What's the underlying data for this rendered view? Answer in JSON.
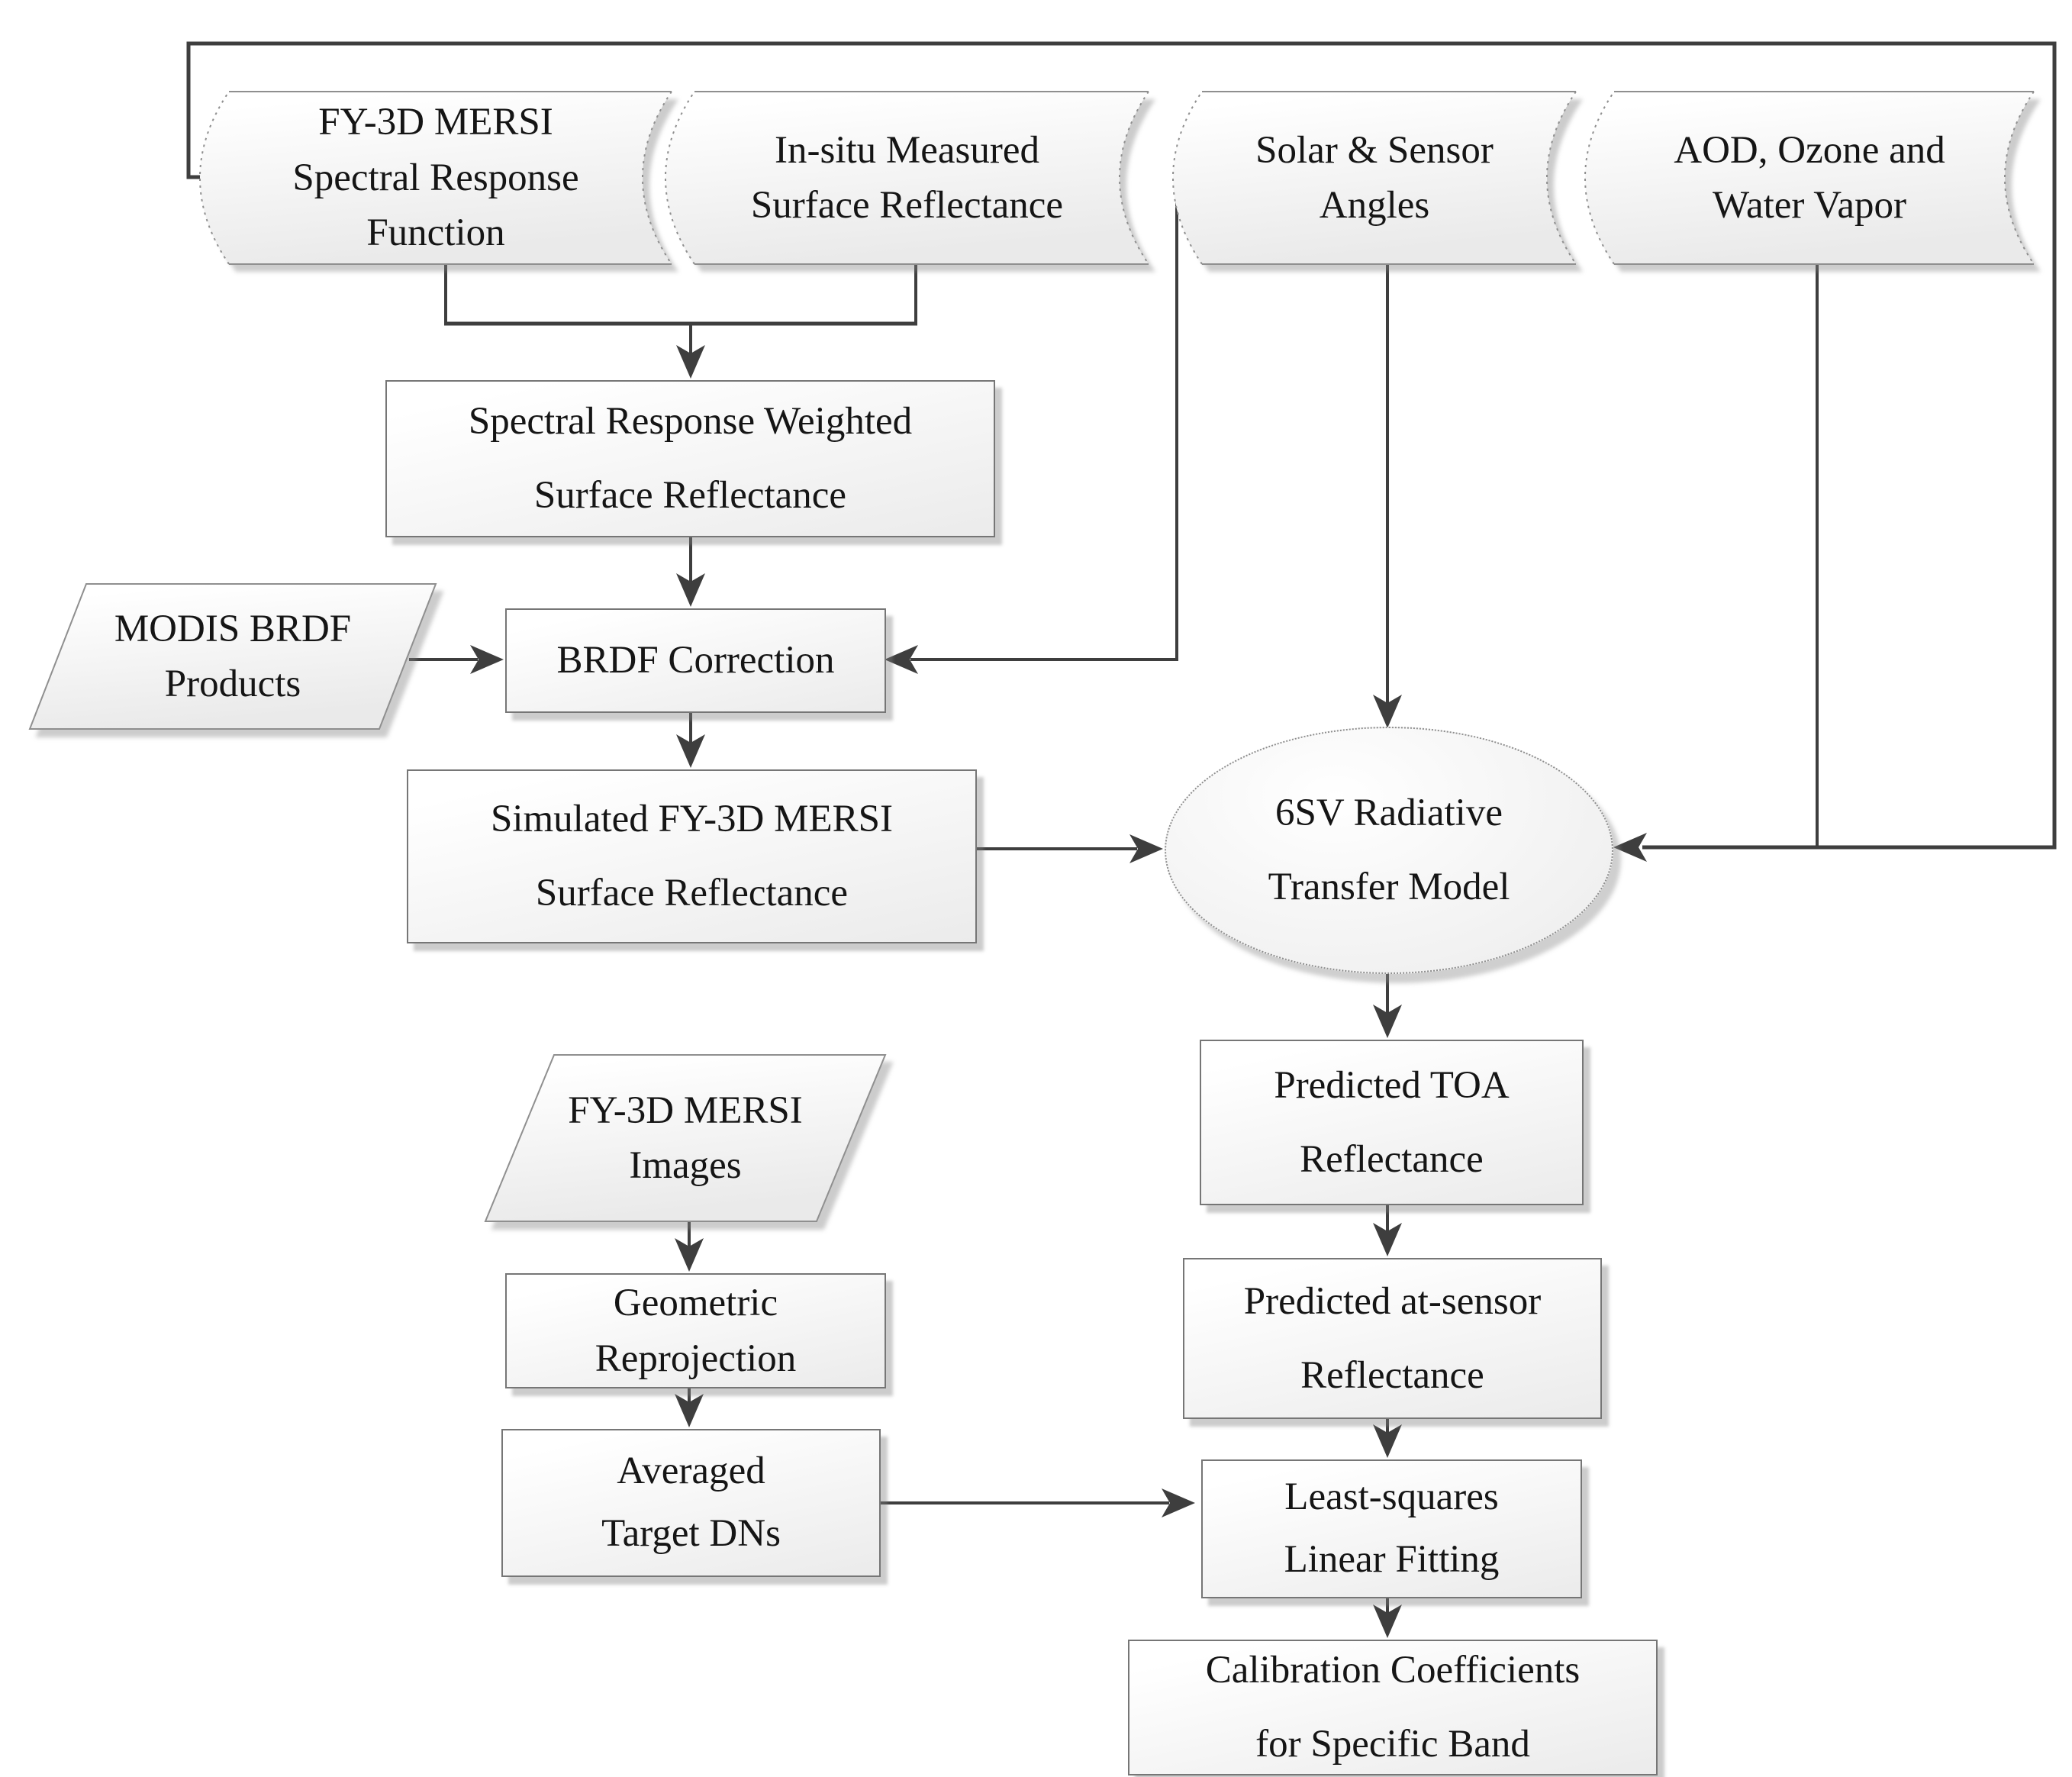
{
  "diagram": {
    "colors": {
      "line": "#3e3e3e",
      "arrowhead": "#3e3e3e",
      "shape_border": "#767676",
      "shape_fill_light": "#ffffff",
      "shape_fill_dark": "#ebebeb",
      "text": "#151515",
      "background": "#ffffff"
    },
    "nodes": {
      "srf": {
        "label": "FY-3D MERSI\nSpectral Response\nFunction"
      },
      "insitu": {
        "label": "In-situ Measured\nSurface Reflectance"
      },
      "solar": {
        "label": "Solar & Sensor\nAngles"
      },
      "aod": {
        "label": "AOD, Ozone and\nWater Vapor"
      },
      "srwsr": {
        "label": "Spectral Response Weighted\nSurface Reflectance"
      },
      "modis": {
        "label": "MODIS BRDF\nProducts"
      },
      "brdf": {
        "label": "BRDF Correction"
      },
      "sim": {
        "label": "Simulated FY-3D MERSI\nSurface Reflectance"
      },
      "rtm": {
        "label": "6SV Radiative\nTransfer Model"
      },
      "toa": {
        "label": "Predicted TOA\nReflectance"
      },
      "atsensor": {
        "label": "Predicted at-sensor\nReflectance"
      },
      "images": {
        "label": "FY-3D MERSI\nImages"
      },
      "geo": {
        "label": "Geometric\nReprojection"
      },
      "avg": {
        "label": "Averaged\nTarget DNs"
      },
      "ls": {
        "label": "Least-squares\nLinear Fitting"
      },
      "calib": {
        "label": "Calibration Coefficients\nfor Specific Band"
      }
    }
  }
}
